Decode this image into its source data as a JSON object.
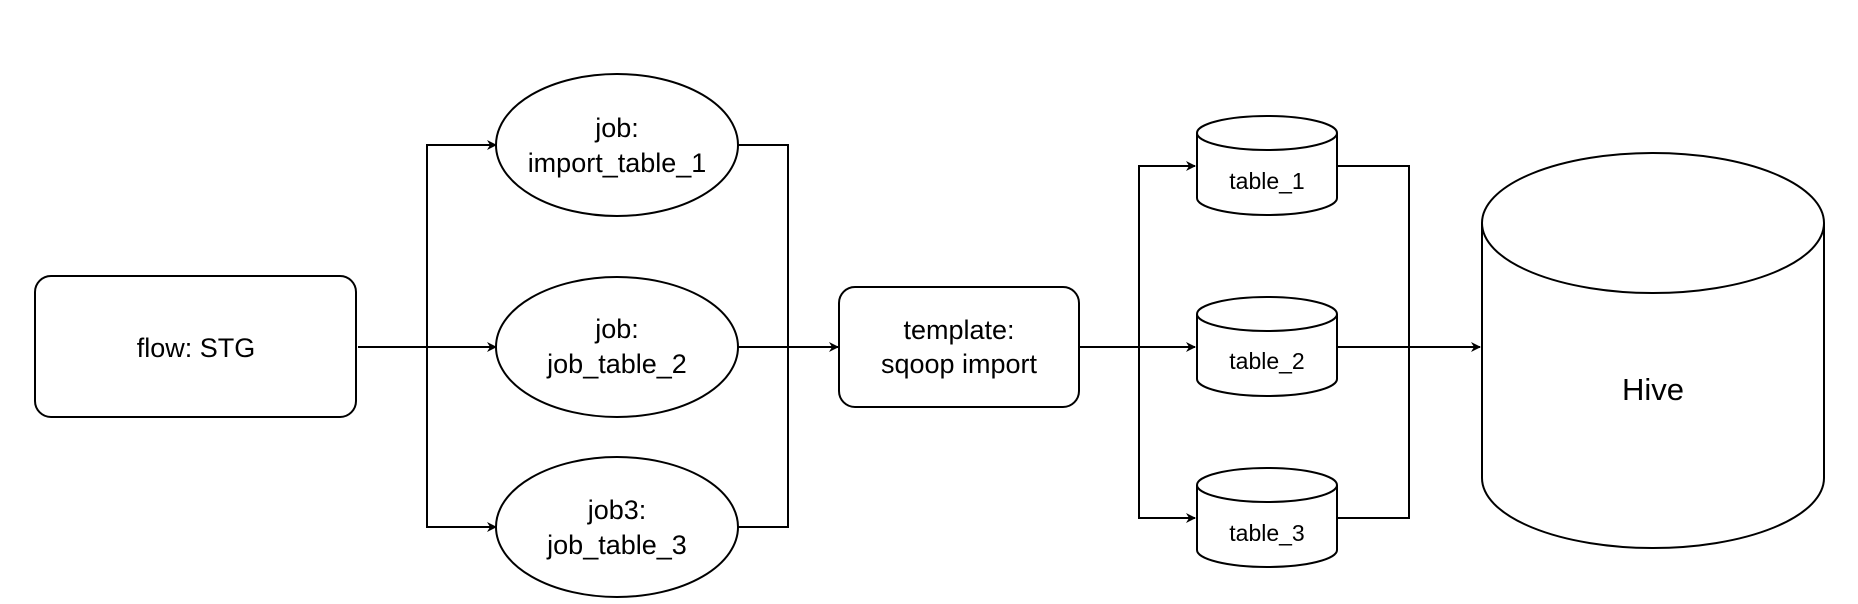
{
  "diagram": {
    "nodes": {
      "flow_stg": {
        "label": "flow: STG"
      },
      "job_1": {
        "line1": "job:",
        "line2": "import_table_1"
      },
      "job_2": {
        "line1": "job:",
        "line2": "job_table_2"
      },
      "job_3": {
        "line1": "job3:",
        "line2": "job_table_3"
      },
      "template": {
        "line1": "template:",
        "line2": "sqoop import"
      },
      "table_1": {
        "label": "table_1"
      },
      "table_2": {
        "label": "table_2"
      },
      "table_3": {
        "label": "table_3"
      },
      "hive": {
        "label": "Hive"
      }
    },
    "edges": [
      {
        "from": "flow: STG",
        "to": "job: import_table_1"
      },
      {
        "from": "flow: STG",
        "to": "job: job_table_2"
      },
      {
        "from": "flow: STG",
        "to": "job3: job_table_3"
      },
      {
        "from": "job: import_table_1",
        "to": "template: sqoop import"
      },
      {
        "from": "job: job_table_2",
        "to": "template: sqoop import"
      },
      {
        "from": "job3: job_table_3",
        "to": "template: sqoop import"
      },
      {
        "from": "template: sqoop import",
        "to": "table_1"
      },
      {
        "from": "template: sqoop import",
        "to": "table_2"
      },
      {
        "from": "template: sqoop import",
        "to": "table_3"
      },
      {
        "from": "table_1",
        "to": "Hive"
      },
      {
        "from": "table_2",
        "to": "Hive"
      },
      {
        "from": "table_3",
        "to": "Hive"
      }
    ]
  }
}
